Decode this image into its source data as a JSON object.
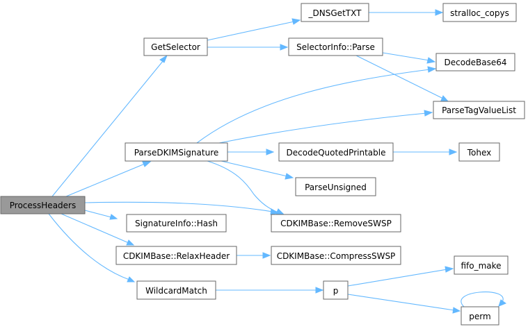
{
  "graph": {
    "nodes": {
      "process_headers": "ProcessHeaders",
      "get_selector": "GetSelector",
      "dns_get_txt": "_DNSGetTXT",
      "stralloc_copys": "stralloc_copys",
      "selector_info_parse": "SelectorInfo::Parse",
      "decode_base64": "DecodeBase64",
      "parse_tag_value_list": "ParseTagValueList",
      "parse_dkim_signature": "ParseDKIMSignature",
      "decode_quoted_printable": "DecodeQuotedPrintable",
      "tohex": "Tohex",
      "parse_unsigned": "ParseUnsigned",
      "signature_info_hash": "SignatureInfo::Hash",
      "remove_swsp": "CDKIMBase::RemoveSWSP",
      "relax_header": "CDKIMBase::RelaxHeader",
      "compress_swsp": "CDKIMBase::CompressSWSP",
      "wildcard_match": "WildcardMatch",
      "p": "p",
      "fifo_make": "fifo_make",
      "perm": "perm"
    },
    "colors": {
      "edge": "#63b8ff",
      "node_border": "#666666",
      "root_fill": "#999999"
    }
  }
}
